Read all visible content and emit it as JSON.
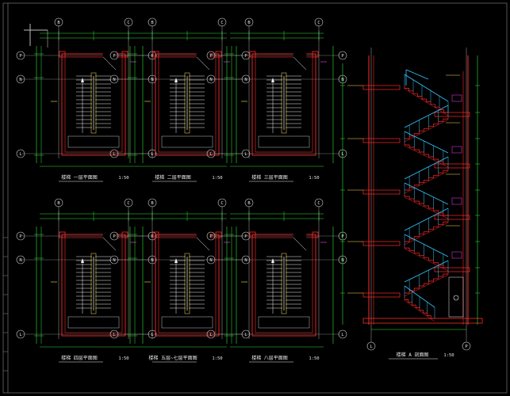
{
  "plans": [
    {
      "title": "楼梯 一层平面图",
      "scale": "1:50",
      "axes": {
        "top": [
          "B",
          "C"
        ],
        "side": [
          "P",
          "N",
          "L"
        ]
      }
    },
    {
      "title": "楼梯 二层平面图",
      "scale": "1:50",
      "axes": {
        "top": [
          "B",
          "C"
        ],
        "side": [
          "P",
          "N",
          "L"
        ]
      }
    },
    {
      "title": "楼梯 三层平面图",
      "scale": "1:50",
      "axes": {
        "top": [
          "B",
          "C"
        ],
        "side": [
          "P",
          "N",
          "L"
        ]
      }
    },
    {
      "title": "楼梯 四层平面图",
      "scale": "1:50",
      "axes": {
        "top": [
          "B",
          "C"
        ],
        "side": [
          "P",
          "N",
          "L"
        ]
      }
    },
    {
      "title": "楼梯 五层~七层平面图",
      "scale": "1:50",
      "axes": {
        "top": [
          "B",
          "C"
        ],
        "side": [
          "P",
          "N",
          "L"
        ]
      }
    },
    {
      "title": "楼梯 八层平面图",
      "scale": "1:50",
      "axes": {
        "top": [
          "B",
          "C"
        ],
        "side": [
          "P",
          "N",
          "L"
        ]
      }
    }
  ],
  "section": {
    "title": "楼梯 A 剖面图",
    "scale": "1:50",
    "axes_bottom": [
      "L",
      "P"
    ]
  },
  "colors": {
    "wall": "#ff2a2a",
    "dim": "#2ee63a",
    "stair": "#f2f2f2",
    "rail": "#35c6ff",
    "accent": "#ffe45a",
    "magenta": "#ff40ff",
    "axis": "#d0d0d0"
  }
}
